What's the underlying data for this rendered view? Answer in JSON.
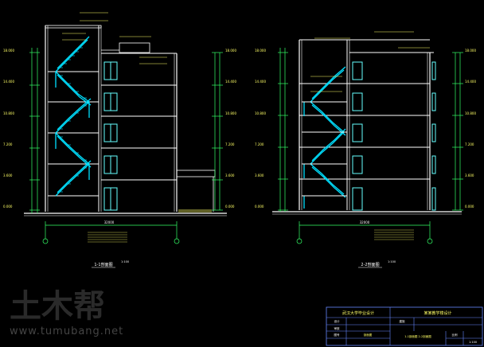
{
  "colors": {
    "background": "#000000",
    "wall_white": "#ffffff",
    "stair_cyan": "#00e0ff",
    "dim_green": "#33ff66",
    "text_yellow": "#ffff66",
    "window_cyan": "#66ffff",
    "title_block": "#6688ff"
  },
  "left_section": {
    "levels": [
      "18.000",
      "14.400",
      "10.800",
      "7.200",
      "3.600",
      "0.000"
    ],
    "total_dim": "32000",
    "title": "1-1剖面图",
    "scale": "1:100"
  },
  "right_section": {
    "levels": [
      "18.000",
      "14.400",
      "10.800",
      "7.200",
      "3.600",
      "0.000"
    ],
    "total_dim": "32000",
    "title": "2-2剖面图",
    "scale": "1:100"
  },
  "watermark": {
    "logo_text": "土木帮",
    "url": "www.tumubang.net"
  },
  "title_block": {
    "school": "武汉大学毕业设计",
    "project": "某某教学楼设计",
    "drawing_name": "剖面图",
    "field_designer": "设计",
    "field_checker": "审核",
    "field_drawing_no": "图号",
    "sheet_label": "建施",
    "scale_label": "比例",
    "scale_value": "1:100",
    "sheet_content": "1-1剖面图  2-2剖面图"
  }
}
